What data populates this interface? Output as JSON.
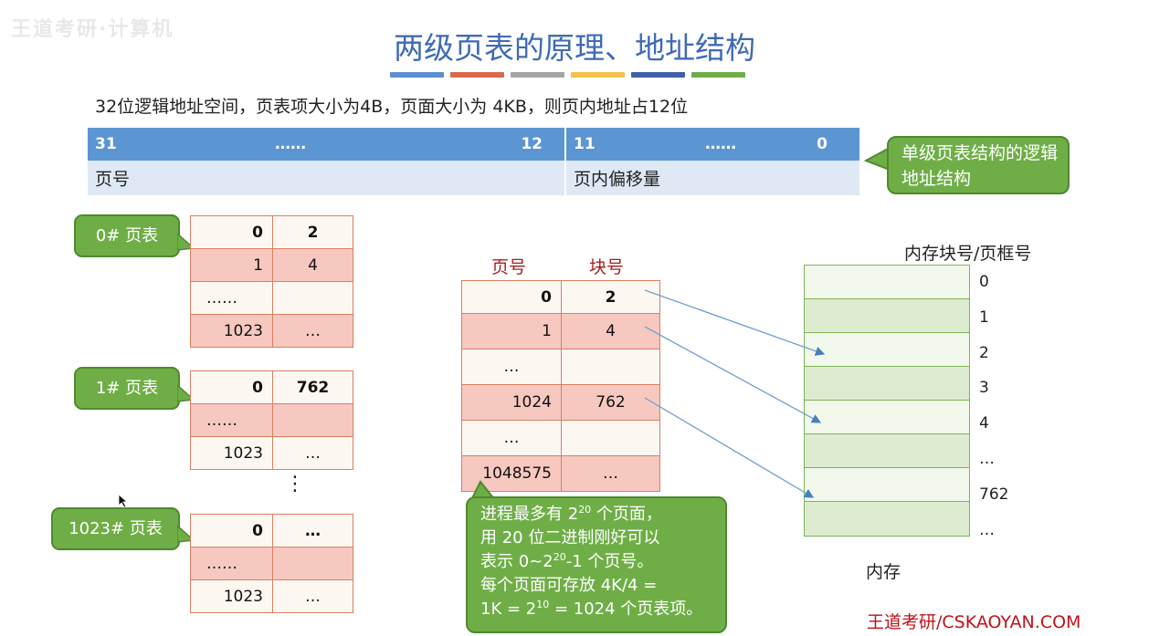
{
  "watermark": "王道考研·计算机",
  "title": "两级页表的原理、地址结构",
  "stripe_colors": [
    "#5b8fd0",
    "#d9694a",
    "#a5a5a5",
    "#f2c14e",
    "#3f5fa8",
    "#70ad47"
  ],
  "description": "32位逻辑地址空间，页表项大小为4B，页面大小为 4KB，则页内地址占12位",
  "address_structure": {
    "bits_left_high": "31",
    "bits_left_dots": "……",
    "bits_left_low": "12",
    "bits_right_high": "11",
    "bits_right_dots": "……",
    "bits_right_low": "0",
    "field_page_number": "页号",
    "field_offset": "页内偏移量"
  },
  "callout_single": "单级页表结构的逻辑地址结构",
  "table0": {
    "label": "0# 页表",
    "rows": [
      [
        "0",
        "2"
      ],
      [
        "1",
        "4"
      ],
      [
        "……",
        ""
      ],
      [
        "1023",
        "…"
      ]
    ]
  },
  "table1": {
    "label": "1# 页表",
    "rows": [
      [
        "0",
        "762"
      ],
      [
        "……",
        ""
      ],
      [
        "1023",
        "…"
      ]
    ]
  },
  "vertical_dots": "⋮",
  "table1023": {
    "label": "1023# 页表",
    "rows": [
      [
        "0",
        "…"
      ],
      [
        "……",
        ""
      ],
      [
        "1023",
        "…"
      ]
    ]
  },
  "middle_table": {
    "head_page": "页号",
    "head_block": "块号",
    "rows": [
      [
        "0",
        "2"
      ],
      [
        "1",
        "4"
      ],
      [
        "…",
        ""
      ],
      [
        "1024",
        "762"
      ],
      [
        "…",
        ""
      ],
      [
        "1048575",
        "…"
      ]
    ]
  },
  "memory": {
    "title": "内存块号/页框号",
    "numbers": [
      "0",
      "1",
      "2",
      "3",
      "4",
      "…",
      "762",
      "…"
    ],
    "label": "内存"
  },
  "big_callout": {
    "line1_pre": "进程最多有 2",
    "line1_sup": "20",
    "line1_post": " 个页面，",
    "line2": "用 20 位二进制刚好可以",
    "line3_pre": "表示 0~2",
    "line3_sup": "20",
    "line3_post": "-1 个页号。",
    "line4": "每个页面可存放 4K/4 =",
    "line5_pre": "1K = 2",
    "line5_sup": "10",
    "line5_post": " = 1024 个页表项。"
  },
  "brand": "王道考研/CSKAOYAN.COM"
}
